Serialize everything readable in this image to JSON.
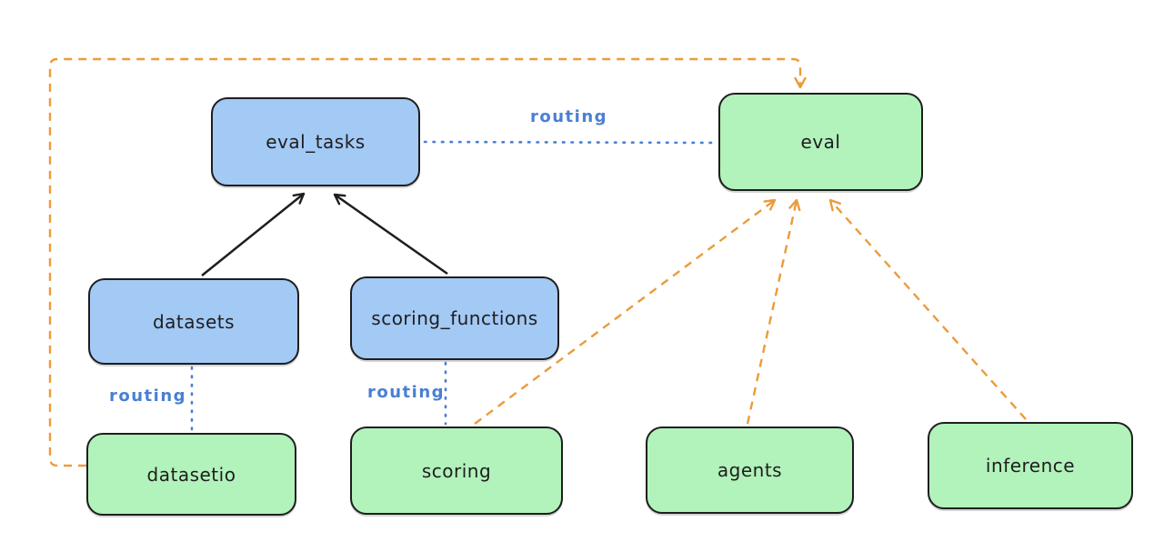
{
  "diagram": {
    "nodes": {
      "eval_tasks": {
        "label": "eval_tasks",
        "fill": "#a3c9f5"
      },
      "eval": {
        "label": "eval",
        "fill": "#b2f2bb"
      },
      "datasets": {
        "label": "datasets",
        "fill": "#a3c9f5"
      },
      "scoring_functions": {
        "label": "scoring_functions",
        "fill": "#a3c9f5"
      },
      "datasetio": {
        "label": "datasetio",
        "fill": "#b2f2bb"
      },
      "scoring": {
        "label": "scoring",
        "fill": "#b2f2bb"
      },
      "agents": {
        "label": "agents",
        "fill": "#b2f2bb"
      },
      "inference": {
        "label": "inference",
        "fill": "#b2f2bb"
      }
    },
    "edge_labels": {
      "routing_eval": "routing",
      "routing_datasetio": "routing",
      "routing_scoring": "routing"
    },
    "edges": [
      {
        "from": "datasets",
        "to": "eval_tasks",
        "style": "solid-arrow",
        "color": "#1e1e1e"
      },
      {
        "from": "scoring_functions",
        "to": "eval_tasks",
        "style": "solid-arrow",
        "color": "#1e1e1e"
      },
      {
        "from": "eval_tasks",
        "to": "eval",
        "style": "dotted",
        "color": "#4a7fd4",
        "label": "routing"
      },
      {
        "from": "datasets",
        "to": "datasetio",
        "style": "dotted",
        "color": "#4a7fd4",
        "label": "routing"
      },
      {
        "from": "scoring_functions",
        "to": "scoring",
        "style": "dotted",
        "color": "#4a7fd4",
        "label": "routing"
      },
      {
        "from": "scoring",
        "to": "eval",
        "style": "dashed-arrow",
        "color": "#ec9b3b"
      },
      {
        "from": "agents",
        "to": "eval",
        "style": "dashed-arrow",
        "color": "#ec9b3b"
      },
      {
        "from": "inference",
        "to": "eval",
        "style": "dashed-arrow",
        "color": "#ec9b3b"
      },
      {
        "from": "datasetio",
        "to": "eval",
        "style": "dashed-arrow",
        "color": "#ec9b3b"
      }
    ],
    "colors": {
      "stroke": "#1e1e1e",
      "blue_fill": "#a3c9f5",
      "green_fill": "#b2f2bb",
      "routing_blue": "#4a7fd4",
      "orange_dashed": "#ec9b3b",
      "background": "#ffffff"
    }
  }
}
